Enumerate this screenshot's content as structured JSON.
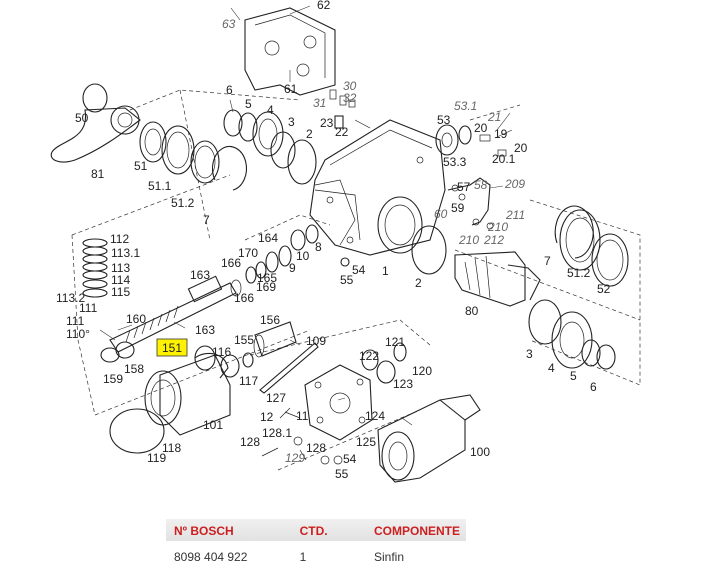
{
  "diagram": {
    "callouts": [
      {
        "id": "63a",
        "text": "63",
        "italic": true
      },
      {
        "id": "62",
        "text": "62"
      },
      {
        "id": "61",
        "text": "61"
      },
      {
        "id": "6a",
        "text": "6"
      },
      {
        "id": "5a",
        "text": "5"
      },
      {
        "id": "4a",
        "text": "4"
      },
      {
        "id": "3a",
        "text": "3"
      },
      {
        "id": "2a",
        "text": "2"
      },
      {
        "id": "30",
        "text": "30",
        "italic": true
      },
      {
        "id": "31",
        "text": "31",
        "italic": true
      },
      {
        "id": "32",
        "text": "32",
        "italic": true
      },
      {
        "id": "23",
        "text": "23"
      },
      {
        "id": "22",
        "text": "22"
      },
      {
        "id": "53.1",
        "text": "53.1",
        "italic": true
      },
      {
        "id": "21",
        "text": "21",
        "italic": true
      },
      {
        "id": "53",
        "text": "53"
      },
      {
        "id": "20a",
        "text": "20"
      },
      {
        "id": "19",
        "text": "19"
      },
      {
        "id": "20b",
        "text": "20"
      },
      {
        "id": "20.1",
        "text": "20.1"
      },
      {
        "id": "53.3",
        "text": "53.3"
      },
      {
        "id": "50",
        "text": "50"
      },
      {
        "id": "51a",
        "text": "51"
      },
      {
        "id": "81",
        "text": "81"
      },
      {
        "id": "51.1",
        "text": "51.1"
      },
      {
        "id": "51.2a",
        "text": "51.2"
      },
      {
        "id": "7a",
        "text": "7"
      },
      {
        "id": "57",
        "text": "57"
      },
      {
        "id": "58",
        "text": "58",
        "italic": true
      },
      {
        "id": "209",
        "text": "209",
        "italic": true
      },
      {
        "id": "59",
        "text": "59"
      },
      {
        "id": "60",
        "text": "60",
        "italic": true
      },
      {
        "id": "211",
        "text": "211",
        "italic": true
      },
      {
        "id": "210a",
        "text": "210",
        "italic": true
      },
      {
        "id": "210b",
        "text": "210",
        "italic": true
      },
      {
        "id": "212",
        "text": "212",
        "italic": true
      },
      {
        "id": "112",
        "text": "112"
      },
      {
        "id": "113.1",
        "text": "113.1"
      },
      {
        "id": "113",
        "text": "113"
      },
      {
        "id": "114",
        "text": "114"
      },
      {
        "id": "115",
        "text": "115"
      },
      {
        "id": "113.2",
        "text": "113.2"
      },
      {
        "id": "111a",
        "text": "111"
      },
      {
        "id": "111b",
        "text": "111"
      },
      {
        "id": "110",
        "text": "110°"
      },
      {
        "id": "160",
        "text": "160"
      },
      {
        "id": "163a",
        "text": "163"
      },
      {
        "id": "163b",
        "text": "163"
      },
      {
        "id": "164",
        "text": "164"
      },
      {
        "id": "170",
        "text": "170"
      },
      {
        "id": "166a",
        "text": "166"
      },
      {
        "id": "165",
        "text": "165"
      },
      {
        "id": "166b",
        "text": "166"
      },
      {
        "id": "169",
        "text": "169"
      },
      {
        "id": "10",
        "text": "10"
      },
      {
        "id": "9",
        "text": "9"
      },
      {
        "id": "8",
        "text": "8"
      },
      {
        "id": "54a",
        "text": "54"
      },
      {
        "id": "55a",
        "text": "55"
      },
      {
        "id": "1",
        "text": "1"
      },
      {
        "id": "2b",
        "text": "2"
      },
      {
        "id": "7b",
        "text": "7"
      },
      {
        "id": "51.2b",
        "text": "51.2"
      },
      {
        "id": "52",
        "text": "52"
      },
      {
        "id": "80",
        "text": "80"
      },
      {
        "id": "156",
        "text": "156"
      },
      {
        "id": "155",
        "text": "155"
      },
      {
        "id": "116",
        "text": "116"
      },
      {
        "id": "109",
        "text": "109"
      },
      {
        "id": "158",
        "text": "158"
      },
      {
        "id": "159",
        "text": "159"
      },
      {
        "id": "117",
        "text": "117"
      },
      {
        "id": "101",
        "text": "101"
      },
      {
        "id": "118",
        "text": "118"
      },
      {
        "id": "119",
        "text": "119"
      },
      {
        "id": "122",
        "text": "122"
      },
      {
        "id": "121",
        "text": "121"
      },
      {
        "id": "123",
        "text": "123"
      },
      {
        "id": "120",
        "text": "120"
      },
      {
        "id": "127",
        "text": "127"
      },
      {
        "id": "12",
        "text": "12"
      },
      {
        "id": "11",
        "text": "11"
      },
      {
        "id": "128.1",
        "text": "128.1"
      },
      {
        "id": "128a",
        "text": "128"
      },
      {
        "id": "129",
        "text": "129",
        "italic": true
      },
      {
        "id": "128b",
        "text": "128"
      },
      {
        "id": "124",
        "text": "124"
      },
      {
        "id": "125",
        "text": "125"
      },
      {
        "id": "54b",
        "text": "54"
      },
      {
        "id": "55b",
        "text": "55"
      },
      {
        "id": "100",
        "text": "100"
      },
      {
        "id": "3b",
        "text": "3"
      },
      {
        "id": "4b",
        "text": "4"
      },
      {
        "id": "5b",
        "text": "5"
      },
      {
        "id": "6b",
        "text": "6"
      }
    ],
    "highlighted": {
      "text": "151",
      "color": "#fff200"
    }
  },
  "table": {
    "headers": [
      "Nº BOSCH",
      "CTD.",
      "COMPONENTE"
    ],
    "rows": [
      {
        "bosch": "8098 404 922",
        "qty": "1",
        "component": "Sinfin"
      }
    ],
    "header_color": "#cc1f1f"
  }
}
